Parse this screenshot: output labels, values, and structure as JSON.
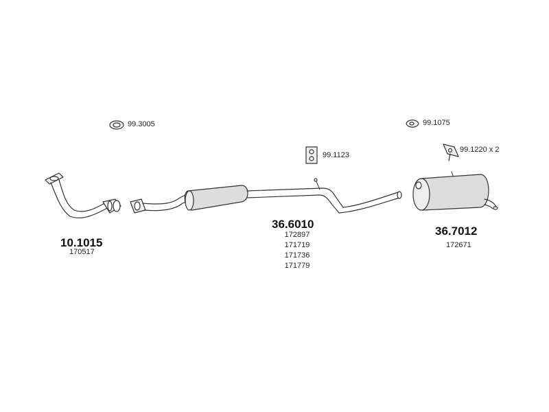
{
  "colors": {
    "stroke": "#333333",
    "pipe_fill": "#eeeeee",
    "muffler_fill": "#dddddd"
  },
  "parts": {
    "front_pipe": {
      "number": "10.1015",
      "refs": [
        "170517"
      ]
    },
    "middle_section": {
      "number": "36.6010",
      "refs": [
        "172897",
        "171719",
        "171736",
        "171779"
      ]
    },
    "rear_silencer": {
      "number": "36.7012",
      "refs": [
        "172671"
      ]
    }
  },
  "accessories": {
    "gasket_ring": {
      "number": "99.3005",
      "icon": "gasket-ring-icon"
    },
    "rubber_hanger_small": {
      "number": "99.1075",
      "icon": "rubber-hanger-icon"
    },
    "rubber_mount": {
      "number": "99.1123",
      "icon": "rubber-mount-icon"
    },
    "hanger_bracket": {
      "number": "99.1220 x 2",
      "icon": "hanger-bracket-icon"
    }
  }
}
